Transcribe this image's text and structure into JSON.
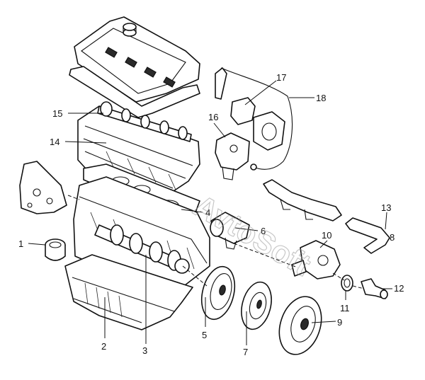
{
  "watermark": "AvtoSoft",
  "callouts": {
    "c1": "1",
    "c2": "2",
    "c3": "3",
    "c4": "4",
    "c5": "5",
    "c6": "6",
    "c7": "7",
    "c8": "8",
    "c9": "9",
    "c10": "10",
    "c11": "11",
    "c12": "12",
    "c13": "13",
    "c14": "14",
    "c15": "15",
    "c16": "16",
    "c17": "17",
    "c18": "18"
  }
}
